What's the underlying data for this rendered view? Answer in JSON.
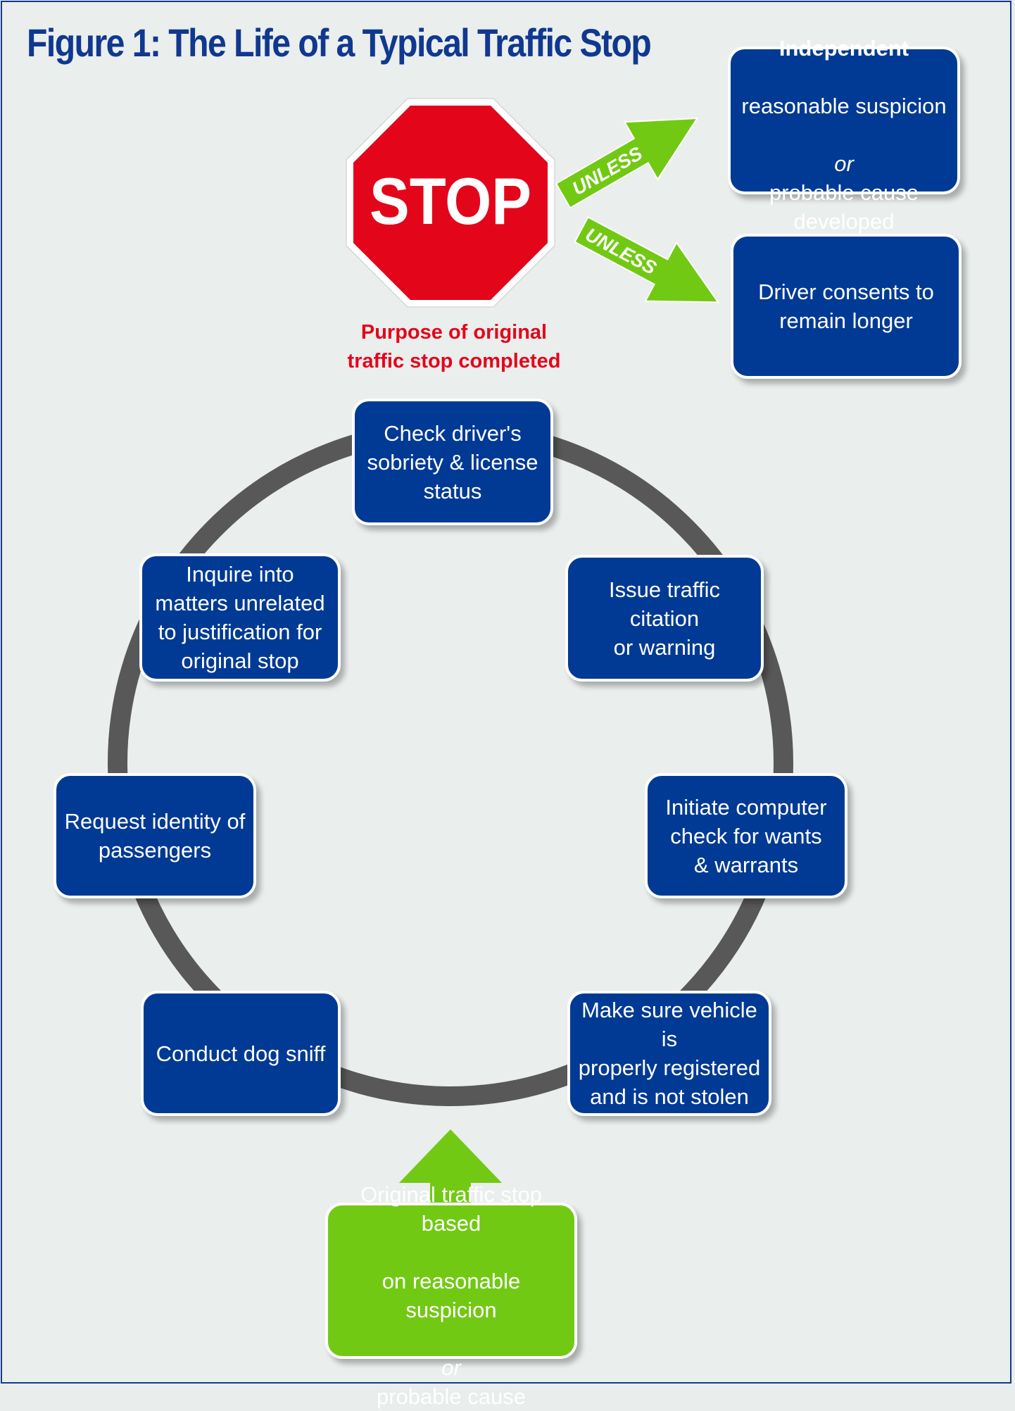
{
  "title": "Figure 1: The Life of a Typical Traffic Stop",
  "stop_sign": {
    "text": "STOP",
    "caption": "Purpose of original\ntraffic stop completed"
  },
  "exceptions": [
    {
      "arrow_label": "UNLESS",
      "bold": "Independent",
      "text_before_italic": "reasonable suspicion",
      "italic": "or",
      "text_after_italic": "probable cause\ndeveloped"
    },
    {
      "arrow_label": "UNLESS",
      "text": "Driver consents to\nremain longer"
    }
  ],
  "cycle_steps": {
    "top": "Check driver's\nsobriety & license\nstatus",
    "upper_right": "Issue traffic citation\nor warning",
    "mid_right": "Initiate computer\ncheck for wants\n& warrants",
    "lower_right": "Make sure vehicle is\nproperly registered\nand is not stolen",
    "lower_left": "Conduct dog sniff",
    "mid_left": "Request identity of\npassengers",
    "upper_left": "Inquire into\nmatters unrelated\nto justification for\noriginal stop"
  },
  "origin": {
    "text_line1": "Original traffic stop based",
    "text_line2": "on reasonable suspicion",
    "italic": "or",
    "text_after_italic": "probable cause"
  },
  "colors": {
    "box_blue": "#003a94",
    "arrow_green": "#72c914",
    "stop_red": "#e3061b",
    "ring_gray": "#585858",
    "title_blue": "#10388f"
  }
}
